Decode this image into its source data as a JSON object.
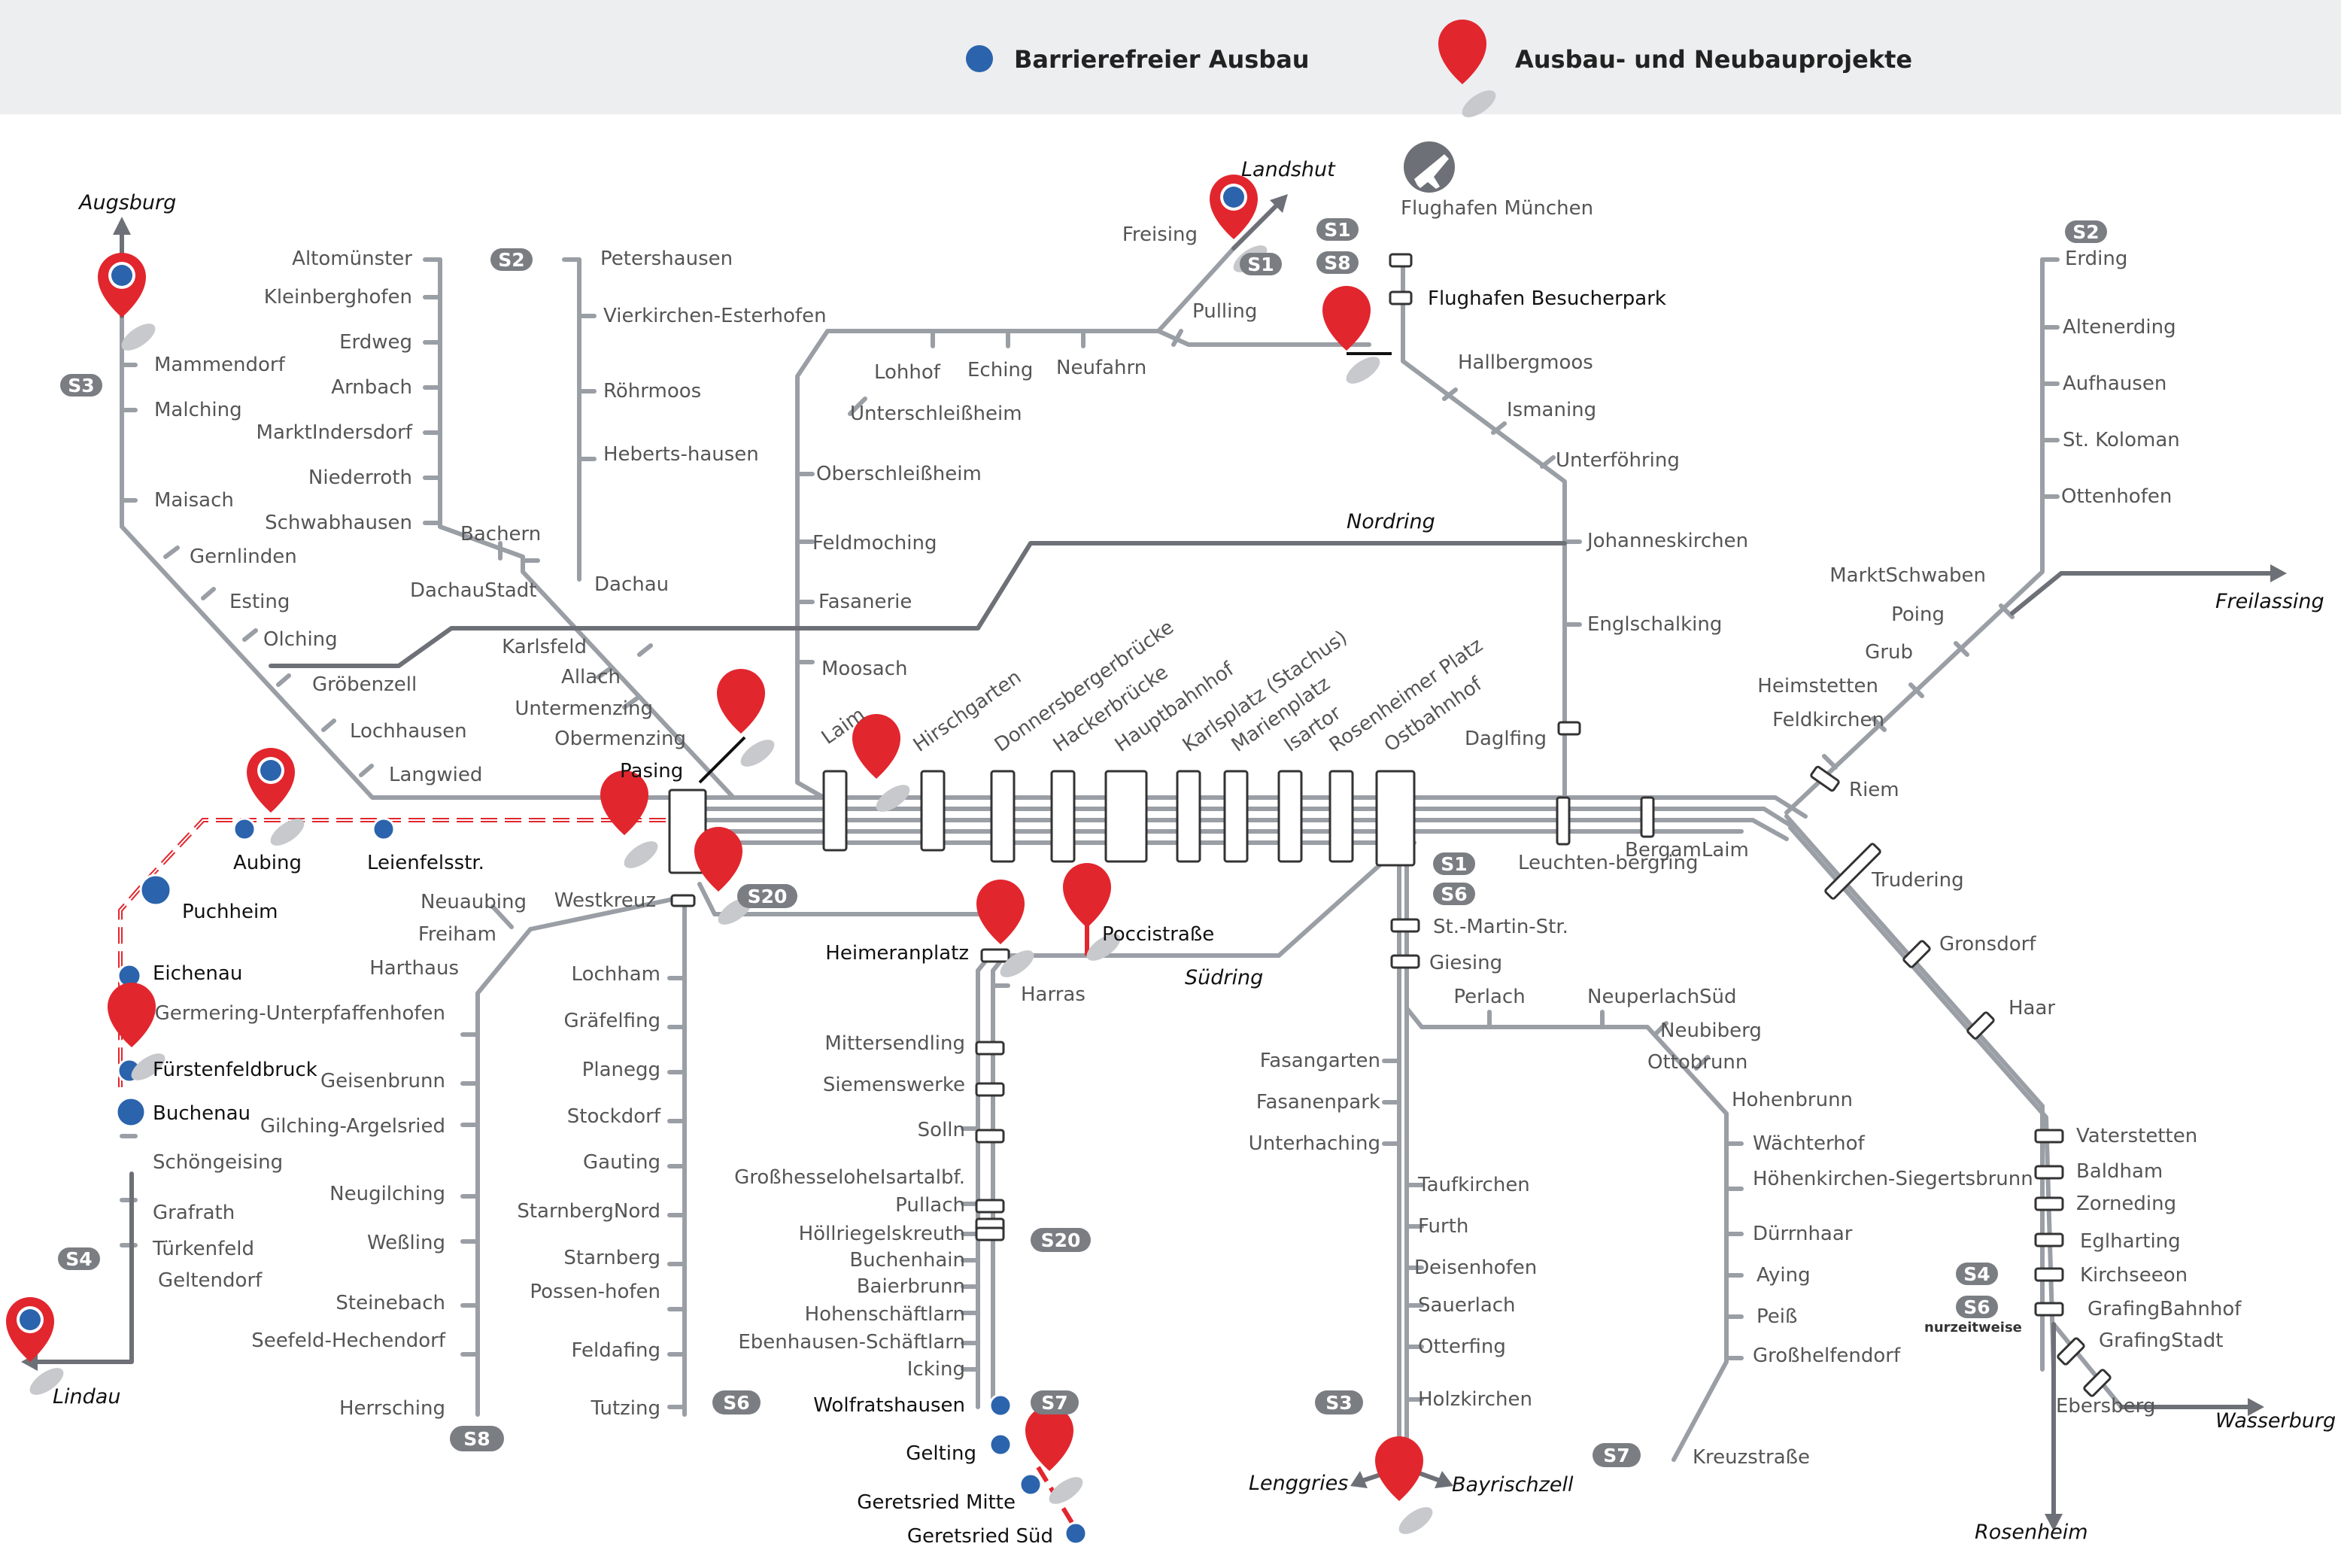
{
  "legend": {
    "accessible": "Barrierefreier Ausbau",
    "projects": "Ausbau- und Neubauprojekte"
  },
  "colors": {
    "line": "#9a9ea5",
    "line_dark": "#6d7076",
    "accessible": "#2b63ad",
    "project": "#e2262e",
    "legend_bg": "#edeef0",
    "badge": "#7a7d82"
  },
  "icons": {
    "accessible": "blue-dot-icon",
    "project": "red-pin-icon",
    "airport": "airplane-icon",
    "direction": "arrow-icon"
  },
  "badges": {
    "s1": "S1",
    "s2": "S2",
    "s3": "S3",
    "s4": "S4",
    "s6": "S6",
    "s7": "S7",
    "s8": "S8",
    "s20": "S20",
    "night": "nurzeitweise"
  },
  "labels": {
    "nordring": "Nordring",
    "suedring": "Südring"
  },
  "directions": {
    "augsburg": "Augsburg",
    "landshut": "Landshut",
    "freilassing": "Freilassing",
    "lindau": "Lindau",
    "lenggries": "Lenggries",
    "bayrischzell": "Bayrischzell",
    "rosenheim": "Rosenheim",
    "wasserburg": "Wasserburg"
  },
  "stations": {
    "mammendorf": "Mammendorf",
    "malching": "Malching",
    "maisach": "Maisach",
    "gernlinden": "Gernlinden",
    "esting": "Esting",
    "olching": "Olching",
    "groebenzell": "Gröbenzell",
    "lochhausen": "Lochhausen",
    "langwied": "Langwied",
    "altomuenster": "Altomünster",
    "kleinberghofen": "Kleinberghofen",
    "erdweg": "Erdweg",
    "arnbach": "Arnbach",
    "marktindersdorf": "MarktIndersdorf",
    "niederroth": "Niederroth",
    "schwabhausen": "Schwabhausen",
    "bachern": "Bachern",
    "dachau_stadt": "DachauStadt",
    "petershausen": "Petershausen",
    "vierkirchen": "Vierkirchen-Esterhofen",
    "roehrmoos": "Röhrmoos",
    "hebertshausen": "Heberts-hausen",
    "dachau": "Dachau",
    "karlsfeld": "Karlsfeld",
    "allach": "Allach",
    "untermenzing": "Untermenzing",
    "obermenzing": "Obermenzing",
    "pasing": "Pasing",
    "laim": "Laim",
    "hirschgarten": "Hirschgarten",
    "donnersberger": "Donnersbergerbrücke",
    "hackerbruecke": "Hackerbrücke",
    "hauptbahnhof": "Hauptbahnhof",
    "karlsplatz": "Karlsplatz (Stachus)",
    "marienplatz": "Marienplatz",
    "isartor": "Isartor",
    "rosenheimer_platz": "Rosenheimer Platz",
    "ostbahnhof": "Ostbahnhof",
    "freising": "Freising",
    "pulling": "Pulling",
    "lohhof": "Lohhof",
    "eching": "Eching",
    "neufahrn": "Neufahrn",
    "unterschleissheim": "Unterschleißheim",
    "oberschleissheim": "Oberschleißheim",
    "feldmoching": "Feldmoching",
    "fasanerie": "Fasanerie",
    "moosach": "Moosach",
    "flughafen": "Flughafen München",
    "besucherpark": "Flughafen Besucherpark",
    "hallbergmoos": "Hallbergmoos",
    "ismaning": "Ismaning",
    "unterfoehring": "Unterföhring",
    "johanneskirchen": "Johanneskirchen",
    "englschalking": "Englschalking",
    "daglfing": "Daglfing",
    "leuchtenbergring": "Leuchten-bergring",
    "berg_am_laim": "BergamLaim",
    "riem": "Riem",
    "feldkirchen": "Feldkirchen",
    "heimstetten": "Heimstetten",
    "grub": "Grub",
    "poing": "Poing",
    "markt_schwaben": "MarktSchwaben",
    "ottenhofen": "Ottenhofen",
    "st_koloman": "St. Koloman",
    "aufhausen": "Aufhausen",
    "altenerding": "Altenerding",
    "erding": "Erding",
    "trudering": "Trudering",
    "gronsdorf": "Gronsdorf",
    "haar": "Haar",
    "vaterstetten": "Vaterstetten",
    "baldham": "Baldham",
    "zorneding": "Zorneding",
    "eglharting": "Eglharting",
    "kirchseeon": "Kirchseeon",
    "grafing_bahnhof": "GrafingBahnhof",
    "grafing_stadt": "GrafingStadt",
    "ebersberg": "Ebersberg",
    "aubing": "Aubing",
    "leienfelsstr": "Leienfelsstr.",
    "puchheim": "Puchheim",
    "eichenau": "Eichenau",
    "fuerstenfeldbruck": "Fürstenfeldbruck",
    "buchenau": "Buchenau",
    "schoengeising": "Schöngeising",
    "grafrath": "Grafrath",
    "tuerkenfeld": "Türkenfeld",
    "geltendorf": "Geltendorf",
    "westkreuz": "Westkreuz",
    "neuaubing": "Neuaubing",
    "freiham": "Freiham",
    "harthaus": "Harthaus",
    "germering": "Germering-Unterpfaffenhofen",
    "geisenbrunn": "Geisenbrunn",
    "gilching": "Gilching-Argelsried",
    "neugilching": "Neugilching",
    "wessling": "Weßling",
    "steinebach": "Steinebach",
    "seefeld": "Seefeld-Hechendorf",
    "herrsching": "Herrsching",
    "lochham": "Lochham",
    "graefelfing": "Gräfelfing",
    "planegg": "Planegg",
    "stockdorf": "Stockdorf",
    "gauting": "Gauting",
    "starnberg_nord": "StarnbergNord",
    "starnberg": "Starnberg",
    "possenhofen": "Possen-hofen",
    "feldafing": "Feldafing",
    "tutzing": "Tutzing",
    "heimeranplatz": "Heimeranplatz",
    "poccistrasse": "Poccistraße",
    "harras": "Harras",
    "mittersendling": "Mittersendling",
    "siemenswerke": "Siemenswerke",
    "solln": "Solln",
    "grosshesselohe": "GroßhesseloheIsartalbf.",
    "pullach": "Pullach",
    "hoellriegelskreuth": "Höllriegelskreuth",
    "buchenhain": "Buchenhain",
    "baierbrunn": "Baierbrunn",
    "hohenschaeftlarn": "Hohenschäftlarn",
    "ebenhausen": "Ebenhausen-Schäftlarn",
    "icking": "Icking",
    "wolfratshausen": "Wolfratshausen",
    "gelting": "Gelting",
    "geretsried_mitte": "Geretsried Mitte",
    "geretsried_sued": "Geretsried Süd",
    "st_martin": "St.-Martin-Str.",
    "giesing": "Giesing",
    "fasangarten": "Fasangarten",
    "fasanenpark": "Fasanenpark",
    "unterhaching": "Unterhaching",
    "taufkirchen": "Taufkirchen",
    "furth": "Furth",
    "deisenhofen": "Deisenhofen",
    "sauerlach": "Sauerlach",
    "otterfing": "Otterfing",
    "holzkirchen": "Holzkirchen",
    "perlach": "Perlach",
    "neuperlach_sued": "NeuperlachSüd",
    "neubiberg": "Neubiberg",
    "ottobrunn": "Ottobrunn",
    "hohenbrunn": "Hohenbrunn",
    "waechterhof": "Wächterhof",
    "hoehenkirchen": "Höhenkirchen-Siegertsbrunn",
    "duernhaar": "Dürrnhaar",
    "aying": "Aying",
    "peiss": "Peiß",
    "grosshelfendorf": "Großhelfendorf",
    "kreuzstrasse": "Kreuzstraße"
  }
}
